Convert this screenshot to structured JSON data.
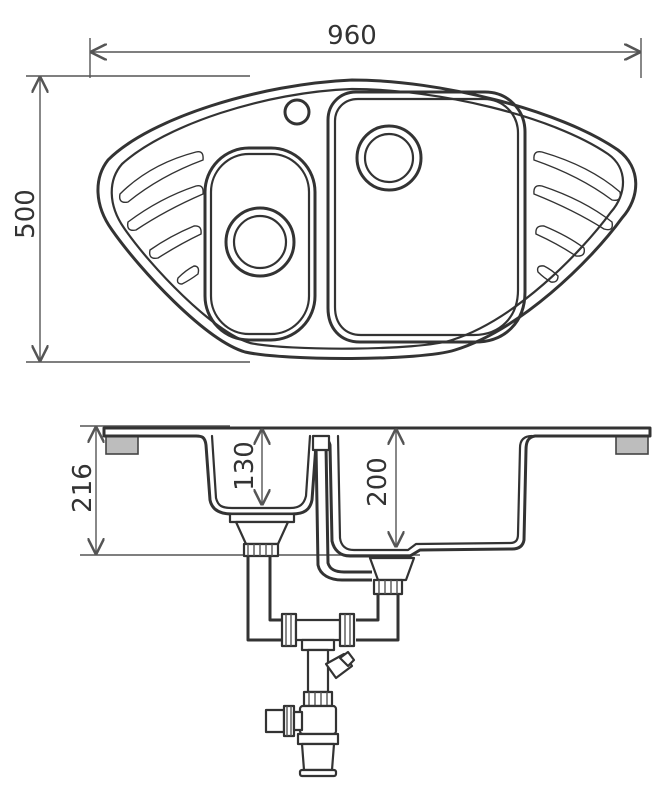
{
  "dimensions": {
    "width": "960",
    "depth": "500",
    "height_total": "216",
    "small_bowl_depth": "130",
    "large_bowl_depth": "200"
  },
  "colors": {
    "stroke": "#333333",
    "gasket": "#bdbdbd"
  }
}
